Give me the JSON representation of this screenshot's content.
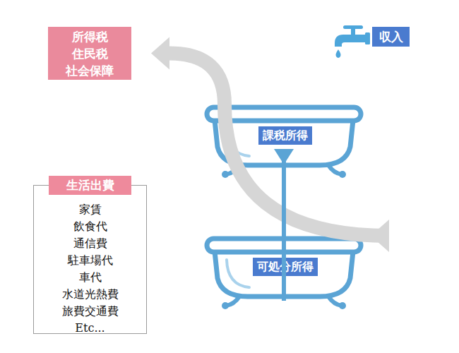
{
  "diagram": {
    "nodes": [
      {
        "text": [
          "所得税 住民税 社会保障"
        ]
      },
      {
        "text": [
          "収入"
        ]
      },
      {
        "text": [
          "課税所得"
        ]
      },
      {
        "text": [
          "生活出費",
          "家賃",
          "飲食代",
          "通信費",
          "駐車場代",
          "車代",
          "水道光熱費",
          "旅費交通費",
          "Etc..."
        ]
      },
      {
        "text": [
          "可処分所得"
        ]
      }
    ],
    "edges": [
      {
        "from": 2,
        "to": 0,
        "arrow": "to"
      },
      {
        "from": 2,
        "to": 4,
        "arrow": "to"
      },
      {
        "from": 4,
        "to": 3,
        "arrow": "to"
      }
    ]
  }
}
